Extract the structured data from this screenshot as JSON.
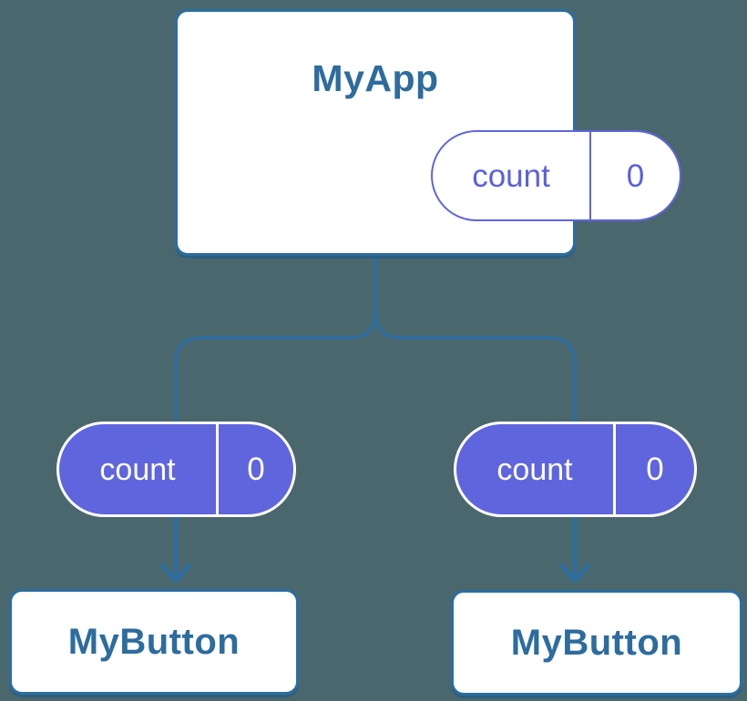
{
  "diagram": {
    "description": "Component tree diagram: parent component sharing state with two children",
    "background_color": "#4b676e",
    "colors": {
      "connector_blue": "#2b6ea0",
      "node_border_blue": "#2b6ea0",
      "node_title_blue": "#2d6c9e",
      "pill_purple": "#5f65dd",
      "pill_text_on_purple": "#ffffff"
    },
    "root_node": {
      "title": "MyApp",
      "state_pill": {
        "label": "count",
        "value": "0",
        "variant": "outline"
      }
    },
    "children": [
      {
        "title": "MyButton",
        "prop_pill": {
          "label": "count",
          "value": "0",
          "variant": "filled"
        }
      },
      {
        "title": "MyButton",
        "prop_pill": {
          "label": "count",
          "value": "0",
          "variant": "filled"
        }
      }
    ]
  }
}
